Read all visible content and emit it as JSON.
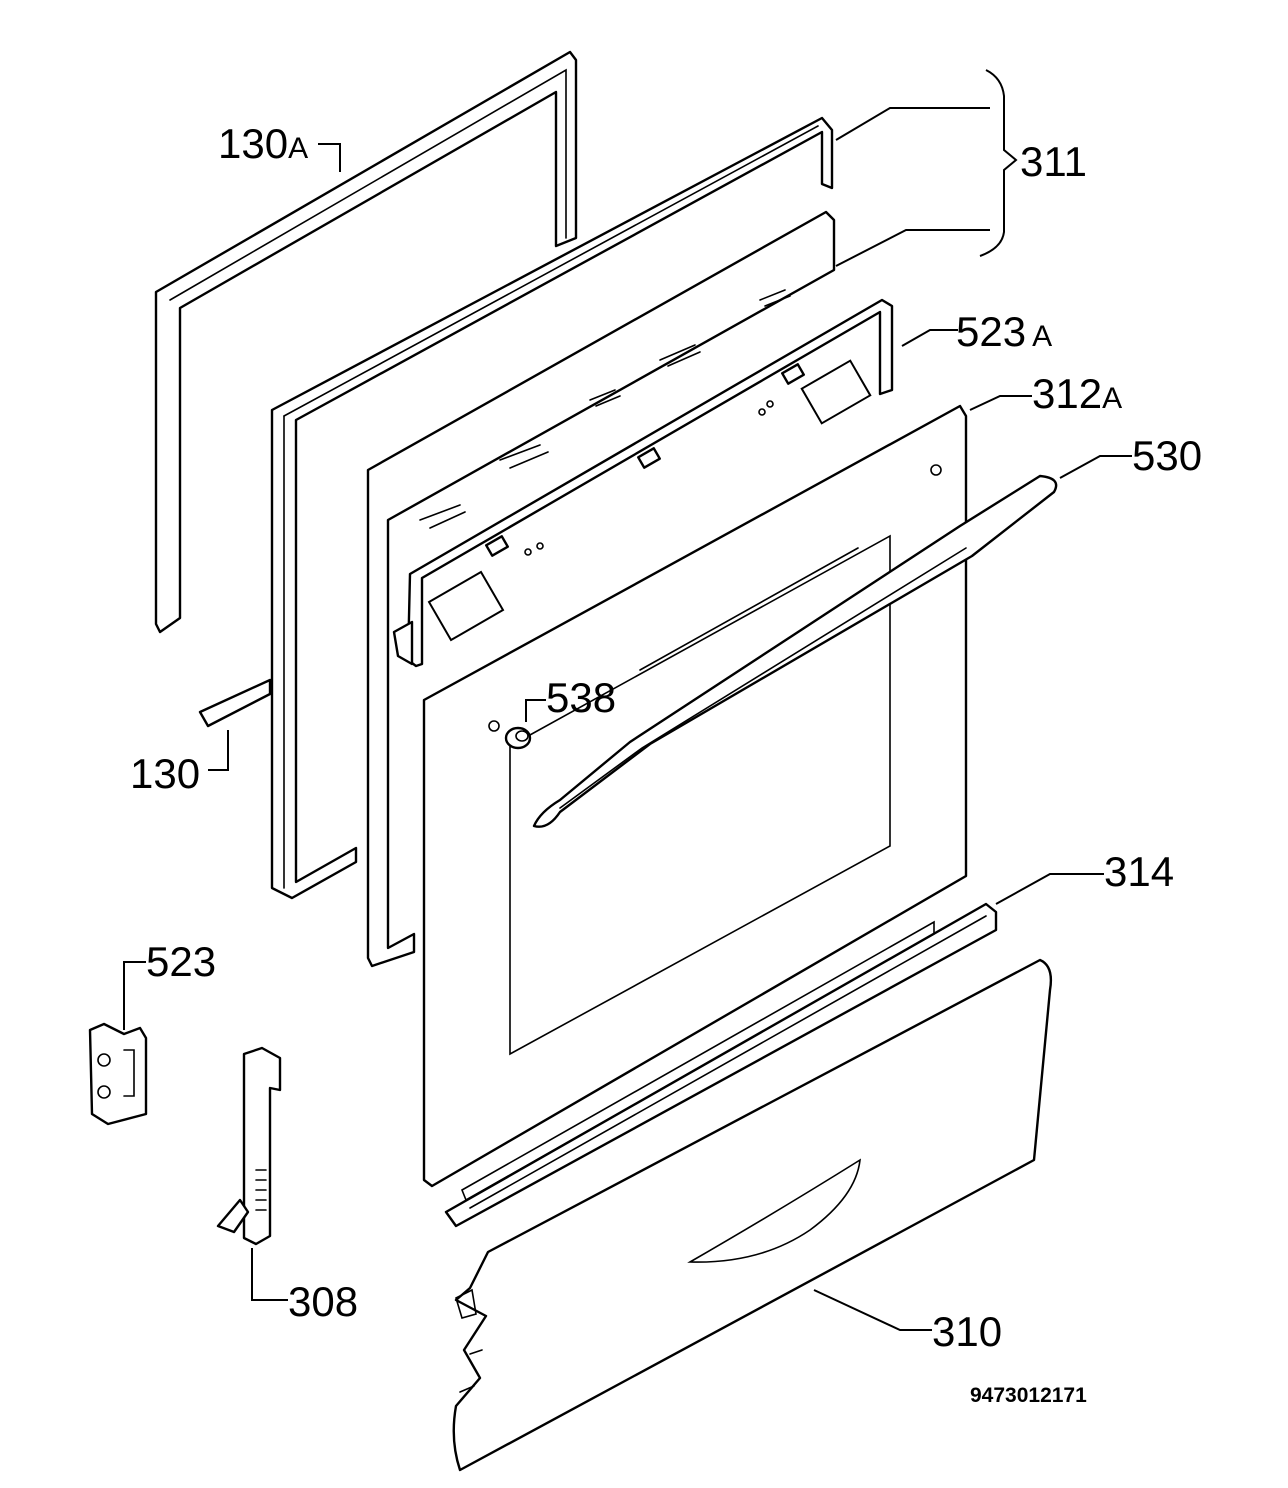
{
  "labels": {
    "door_seal": {
      "number": "130",
      "suffix": "A"
    },
    "seal_strip": "130",
    "glass_set": "311",
    "inner_panel": {
      "number": "523",
      "suffix": "A"
    },
    "door_panel": {
      "number": "312",
      "suffix": "A"
    },
    "handle": "530",
    "handle_screw": "538",
    "profile": "314",
    "hinge": "523",
    "hinge_lever": "308",
    "bottom_cover": "310"
  },
  "document_code": "9473012171"
}
